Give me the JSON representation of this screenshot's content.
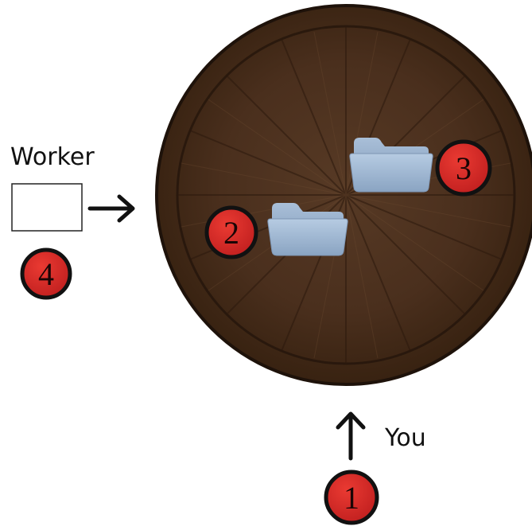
{
  "labels": {
    "worker": "Worker",
    "you": "You"
  },
  "badges": {
    "one": "1",
    "two": "2",
    "three": "3",
    "four": "4"
  },
  "colors": {
    "table_wood": "#4a2e1c",
    "table_wood_dark": "#2f1b10",
    "badge_red": "#d42a2a",
    "folder_blue": "#9fb5cf"
  },
  "icons": {
    "folder": "folder-icon",
    "arrow_right": "arrow-right-icon",
    "arrow_up": "arrow-up-icon"
  }
}
